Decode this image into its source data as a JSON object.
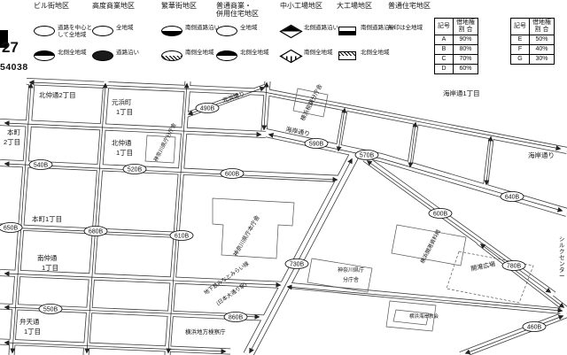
{
  "page": {
    "sheet_number": "27",
    "map_code": "54038"
  },
  "legend": {
    "districts": [
      {
        "name": "ビル街地区",
        "items": [
          {
            "symbol": "oval",
            "label": "道路を中心として全地域"
          },
          {
            "symbol": "oval-top-black",
            "label": "北側全地域"
          }
        ]
      },
      {
        "name": "高度商業地区",
        "items": [
          {
            "symbol": "oval",
            "label": "全地域"
          },
          {
            "symbol": "oval-black",
            "label": "道路沿い"
          }
        ]
      },
      {
        "name": "繁華街地区",
        "items": [
          {
            "symbol": "oval-bottom-black",
            "label": "南側道路沿い"
          },
          {
            "symbol": "oval-bottom-hatch",
            "label": "南側全地域"
          }
        ]
      },
      {
        "name": "普通商業・\n併用住宅地区",
        "items": [
          {
            "symbol": "oval",
            "label": "全地域"
          },
          {
            "symbol": "oval-top-black",
            "label": "北側全地域"
          }
        ]
      },
      {
        "name": "中小工場地区",
        "items": [
          {
            "symbol": "diamond-top-black",
            "label": "北側道路沿い"
          },
          {
            "symbol": "diamond-bottom-hatch",
            "label": "南側全地域"
          }
        ]
      },
      {
        "name": "大工場地区",
        "items": [
          {
            "symbol": "rect-bottom-black",
            "label": "南側道路沿い"
          },
          {
            "symbol": "rect-top-hatch",
            "label": "北側全地域"
          }
        ]
      },
      {
        "name": "普通住宅地区",
        "items": [
          {
            "symbol": "none",
            "label": "無印は全地域"
          }
        ]
      }
    ]
  },
  "ratio_tables": [
    {
      "headers": {
        "symbol": "記号",
        "ratio": "借地権\n割 合"
      },
      "rows": [
        [
          "A",
          "90%"
        ],
        [
          "B",
          "80%"
        ],
        [
          "C",
          "70%"
        ],
        [
          "D",
          "60%"
        ]
      ]
    },
    {
      "headers": {
        "symbol": "記号",
        "ratio": "借地権\n割 合"
      },
      "rows": [
        [
          "E",
          "50%"
        ],
        [
          "F",
          "40%"
        ],
        [
          "G",
          "30%"
        ]
      ]
    }
  ],
  "map": {
    "road_values": [
      "490B",
      "540B",
      "520B",
      "600B",
      "590B",
      "570B",
      "640B",
      "650B",
      "680B",
      "610B",
      "600B",
      "730B",
      "780B",
      "550B",
      "860B",
      "460B"
    ],
    "labels": [
      "北仲通2丁目",
      "元浜町",
      "1丁目",
      "本町",
      "2丁目",
      "北仲通",
      "1丁目",
      "本町1丁目",
      "南仲通",
      "1丁目",
      "弁天通",
      "1丁目",
      "海岸通1丁目",
      "海岸通り",
      "海岸通り",
      "元浜通り",
      "横浜税関分庁舎",
      "神奈川県庁分庁舎",
      "神奈川県庁本庁舎",
      "神奈川県庁",
      "分庁舎",
      "横浜開港資料館",
      "開港広場",
      "横浜海岸教会",
      "横浜地方検察庁",
      "地下鉄みなとみらい線",
      "(日本大通り駅)"
    ],
    "vertical_label": "シルクセンター"
  }
}
